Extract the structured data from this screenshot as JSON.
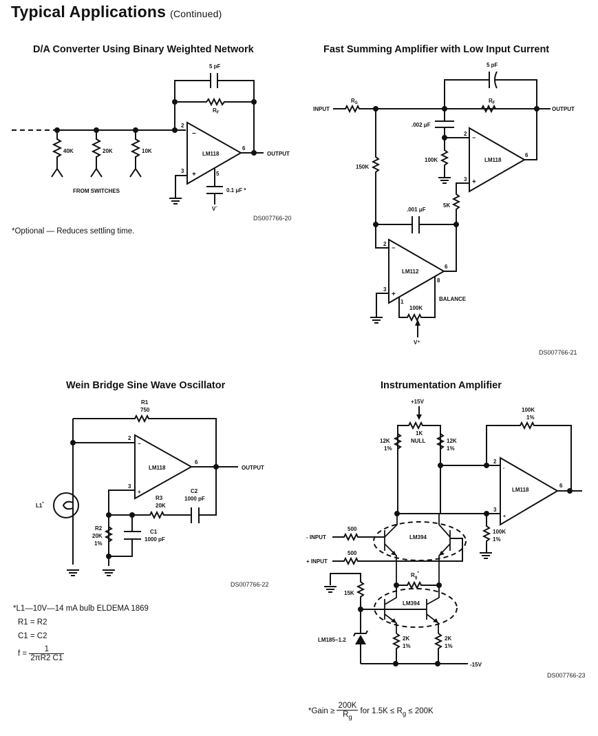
{
  "header": {
    "title": "Typical Applications",
    "continued": "(Continued)"
  },
  "circuits": {
    "dac": {
      "title": "D/A Converter Using Binary Weighted Network",
      "labels": {
        "cap": "5 pF",
        "rf": "R",
        "rf_sub": "F",
        "r40": "40K",
        "r20": "20K",
        "r10": "10K",
        "switches": "FROM SWITCHES",
        "opamp": "LM118",
        "pin2": "2",
        "pin3": "3",
        "pin5": "5",
        "pin6": "6",
        "output": "OUTPUT",
        "comp": "0.1 μF *",
        "vminus": "V´"
      },
      "ds": "DS007766-20",
      "note": "*Optional — Reduces settling time."
    },
    "summing": {
      "title": "Fast Summing Amplifier with Low Input Current",
      "labels": {
        "input": "INPUT",
        "rs": "R",
        "rs_sub": "S",
        "cap5": "5 pF",
        "rf": "R",
        "rf_sub": "F",
        "output": "OUTPUT",
        "c002": ".002 μF",
        "r100k": "100K",
        "r150k": "150K",
        "r5k": "5K",
        "c001": ".001 μF",
        "opamp1": "LM118",
        "opamp2": "LM112",
        "pin2": "2",
        "pin3": "3",
        "pin6": "6",
        "pin8": "8",
        "pin1": "1",
        "balance": "BALANCE",
        "pot": "100K",
        "vplus": "V⁺"
      },
      "ds": "DS007766-21"
    },
    "wein": {
      "title": "Wein Bridge Sine Wave Oscillator",
      "labels": {
        "r1": "R1",
        "r1v": "750",
        "opamp": "LM118",
        "pin2": "2",
        "pin3": "3",
        "pin6": "6",
        "output": "OUTPUT",
        "l1": "L1",
        "r3": "R3",
        "r3v": "20K",
        "c2": "C2",
        "c2v": "1000 pF",
        "r2": "R2",
        "r2v": "20K",
        "r2t": "1%",
        "c1": "C1",
        "c1v": "1000 pF"
      },
      "ds": "DS007766-22",
      "notes": {
        "line1": "*L1—10V—14 mA bulb ELDEMA 1869",
        "line2": "R1  =  R2",
        "line3": "C1  =  C2",
        "f_lhs": "f =",
        "f_num": "1",
        "f_den": "2πR2 C1"
      }
    },
    "inst": {
      "title": "Instrumentation Amplifier",
      "labels": {
        "v15": "+15V",
        "null1": "1K",
        "null2": "NULL",
        "r12k": "12K",
        "pct": "1%",
        "r100k": "100K",
        "opamp": "LM118",
        "pin2": "2",
        "pin3": "3",
        "pin6": "6",
        "minus_input": "- INPUT",
        "plus_input": "+ INPUT",
        "r500": "500",
        "lm394": "LM394",
        "rg": "R",
        "rg_sub": "g",
        "r15k": "15K",
        "ref": "LM185−1.2",
        "r2k": "2K",
        "vneg": "-15V"
      },
      "ds": "DS007766-23",
      "gain": {
        "prefix": "*Gain ≥",
        "num": "200K",
        "den": "R",
        "den_sub": "g",
        "suffix": "for 1.5K ≤ R",
        "suffix_sub": "g",
        "tail": "≤ 200K"
      }
    }
  }
}
